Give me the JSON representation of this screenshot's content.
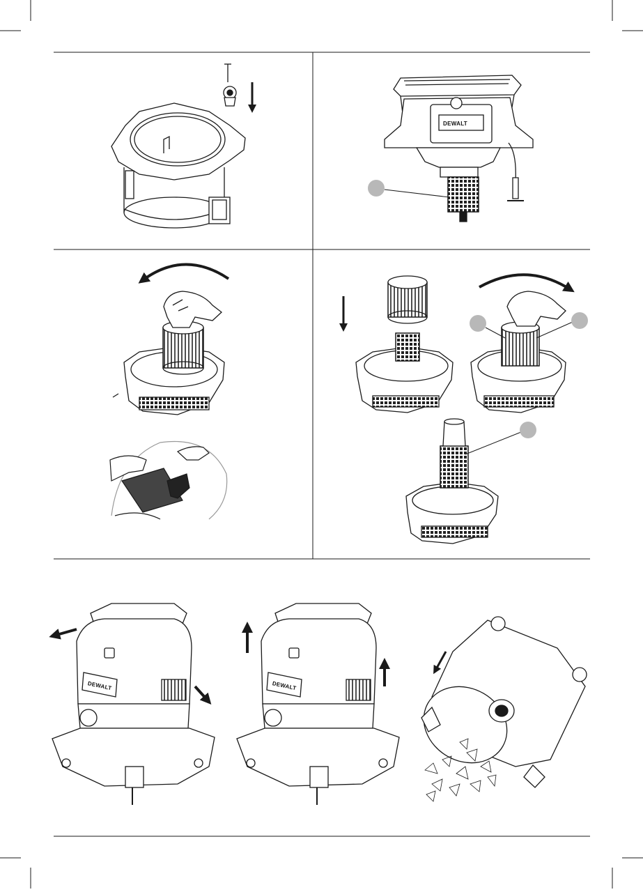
{
  "document": {
    "type": "instruction-manual-illustration-page",
    "brand_logo": "DEWALT",
    "callouts": [
      "",
      "",
      "",
      ""
    ],
    "colors": {
      "ink": "#1a1a1a",
      "callout_fill": "#b8b8b8",
      "paper": "#ffffff"
    }
  },
  "figures": [
    {
      "id": "fig-clamp-ring",
      "icons": [
        "screw-icon",
        "arrow-down-icon"
      ]
    },
    {
      "id": "fig-motor-head",
      "icons": [
        "callout-circle-icon"
      ]
    },
    {
      "id": "fig-remove-filter",
      "icons": [
        "rotate-ccw-arrow-icon",
        "hand-icon"
      ]
    },
    {
      "id": "fig-filter-bag",
      "icons": [
        "hand-icon"
      ]
    },
    {
      "id": "fig-install-filter",
      "icons": [
        "arrow-down-icon",
        "rotate-cw-arrow-icon",
        "callout-circle-icon"
      ]
    },
    {
      "id": "fig-foam-sleeve",
      "icons": [
        "callout-circle-icon"
      ]
    },
    {
      "id": "fig-open-latches",
      "icons": [
        "arrow-out-icon"
      ]
    },
    {
      "id": "fig-lift-head",
      "icons": [
        "arrow-up-icon"
      ]
    },
    {
      "id": "fig-empty-drum",
      "icons": [
        "arrow-down-icon",
        "debris-icon"
      ]
    }
  ]
}
